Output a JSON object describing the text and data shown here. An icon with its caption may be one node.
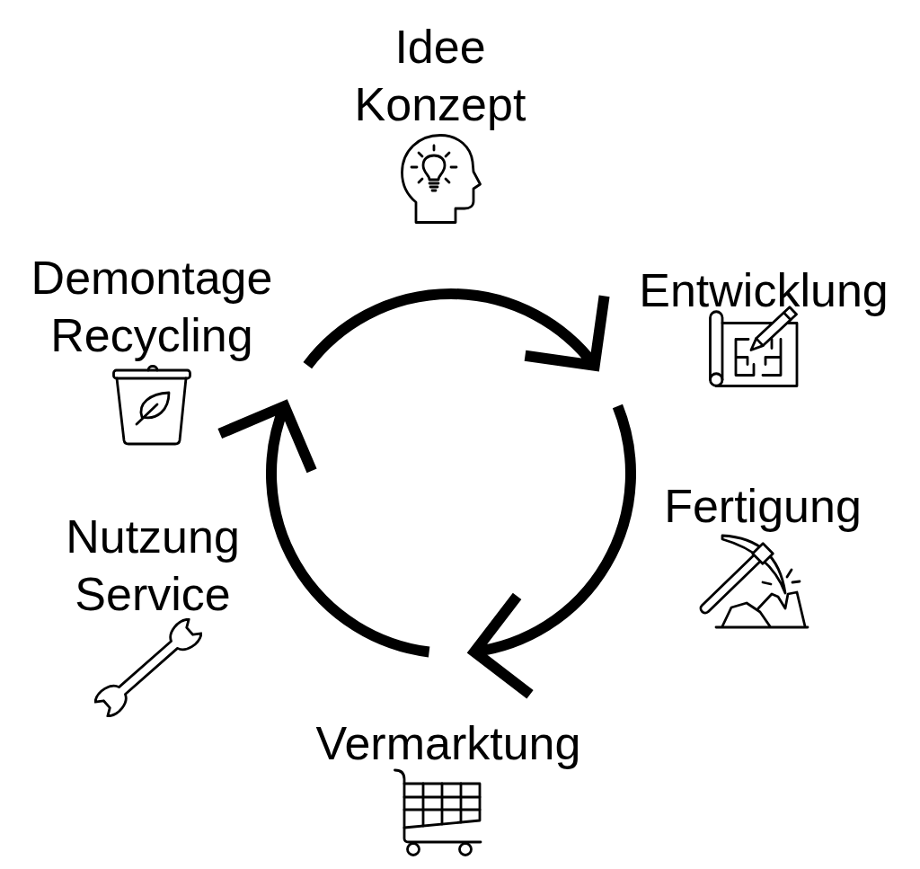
{
  "diagram": {
    "labels": [
      "Idee Konzept",
      "Entwicklung",
      "Fertigung",
      "Vermarktung",
      "Nutzung Service",
      "Demontage Recycling"
    ]
  }
}
